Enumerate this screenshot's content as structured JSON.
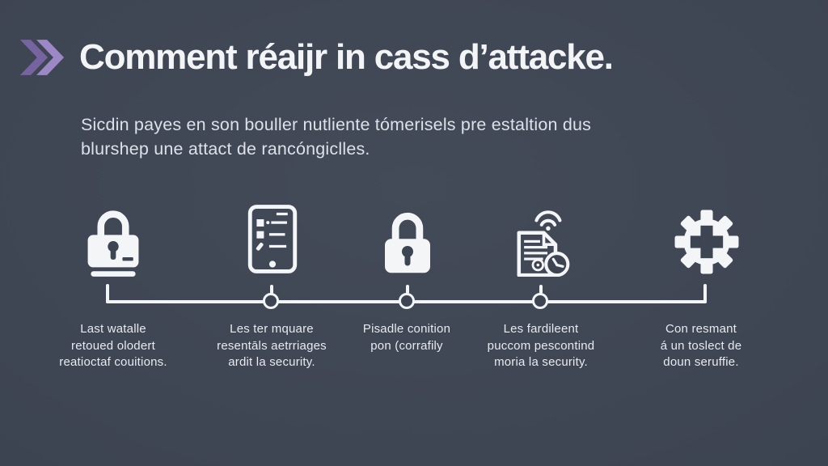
{
  "colors": {
    "background": "#3d4452",
    "accent_purple_dark": "#75649f",
    "accent_purple_light": "#9b88c4",
    "icon_white": "#f3f5f7",
    "title_text": "#f3f4f6",
    "body_text": "#dde1e8"
  },
  "slide": {
    "title": "Comment réaijr in cass d’attacke.",
    "intro": "Sicdin payes en son bouller nutliente tómerisels pre estaltion dus\nblurshep une attact de rancóngiclles."
  },
  "header": {
    "bullet_icon": "double-chevron-right-icon"
  },
  "timeline": {
    "steps": [
      {
        "icon": "padlock-base-icon",
        "caption": "Last watalle\nretoued olodert\nreatioctaf couitions."
      },
      {
        "icon": "tablet-checklist-icon",
        "caption": "Les ter mquare\nresentāls aetrriages\nardit la security."
      },
      {
        "icon": "padlock-icon",
        "caption": "Pisadle conition\npon (corrafily"
      },
      {
        "icon": "document-wifi-clock-icon",
        "caption": "Les fardileent\npuccom pescontind\nmoria la security."
      },
      {
        "icon": "gear-plus-icon",
        "caption": "Con resmant\ná un toslect de\ndoun seruffie."
      }
    ]
  }
}
